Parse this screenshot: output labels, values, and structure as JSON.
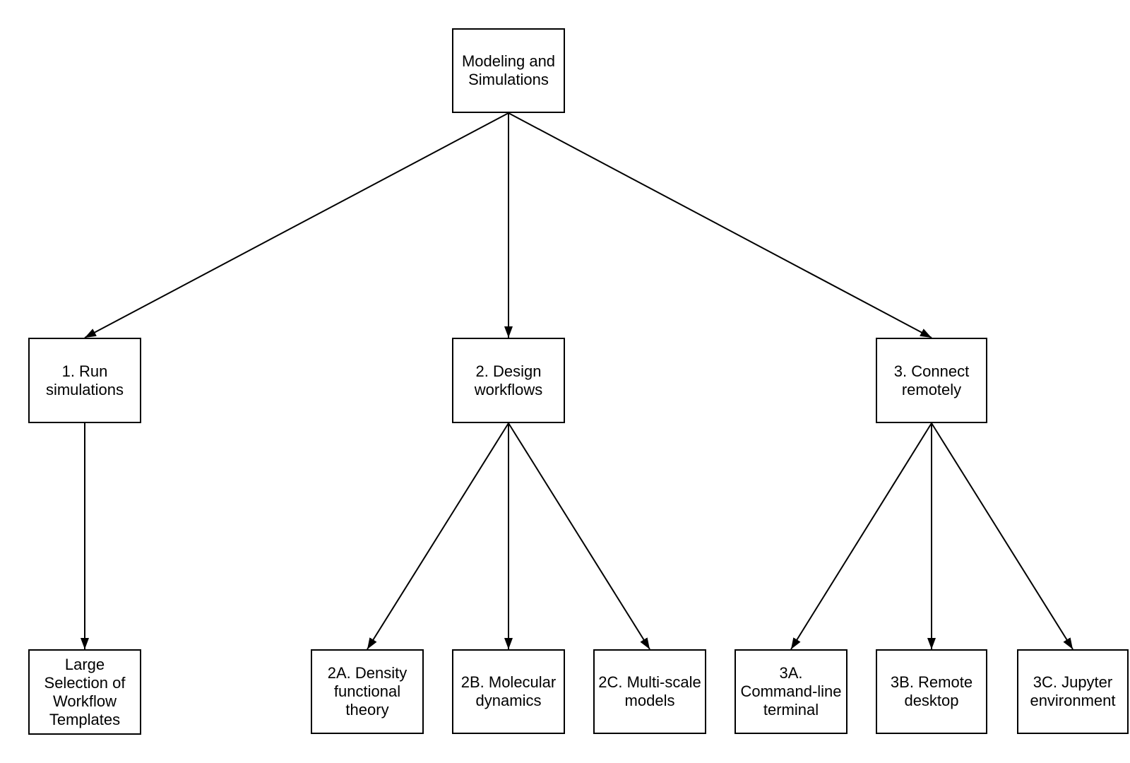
{
  "diagram": {
    "background_color": "#ffffff",
    "box_border_color": "#000000",
    "text_color": "#000000",
    "arrow_color": "#000000",
    "nodes": [
      {
        "id": "modeling-and-simulations",
        "label": "Modeling and\nSimulations"
      },
      {
        "id": "run-simulations",
        "label": "1. Run\nsimulations"
      },
      {
        "id": "design-workflows",
        "label": "2. Design\nworkflows"
      },
      {
        "id": "connect-remotely",
        "label": "3. Connect\nremotely"
      },
      {
        "id": "workflow-templates",
        "label": "Large\nSelection of\nWorkflow\nTemplates"
      },
      {
        "id": "density-functional-theory",
        "label": "2A. Density\nfunctional\ntheory"
      },
      {
        "id": "molecular-dynamics",
        "label": "2B. Molecular\ndynamics"
      },
      {
        "id": "multi-scale-models",
        "label": "2C. Multi-scale\nmodels"
      },
      {
        "id": "command-line-terminal",
        "label": "3A.\nCommand-line\nterminal"
      },
      {
        "id": "remote-desktop",
        "label": "3B. Remote\ndesktop"
      },
      {
        "id": "jupyter-environment",
        "label": "3C. Jupyter\nenvironment"
      }
    ],
    "edges": [
      {
        "from": "modeling-and-simulations",
        "to": "run-simulations"
      },
      {
        "from": "modeling-and-simulations",
        "to": "design-workflows"
      },
      {
        "from": "modeling-and-simulations",
        "to": "connect-remotely"
      },
      {
        "from": "run-simulations",
        "to": "workflow-templates"
      },
      {
        "from": "design-workflows",
        "to": "density-functional-theory"
      },
      {
        "from": "design-workflows",
        "to": "molecular-dynamics"
      },
      {
        "from": "design-workflows",
        "to": "multi-scale-models"
      },
      {
        "from": "connect-remotely",
        "to": "command-line-terminal"
      },
      {
        "from": "connect-remotely",
        "to": "remote-desktop"
      },
      {
        "from": "connect-remotely",
        "to": "jupyter-environment"
      }
    ]
  }
}
